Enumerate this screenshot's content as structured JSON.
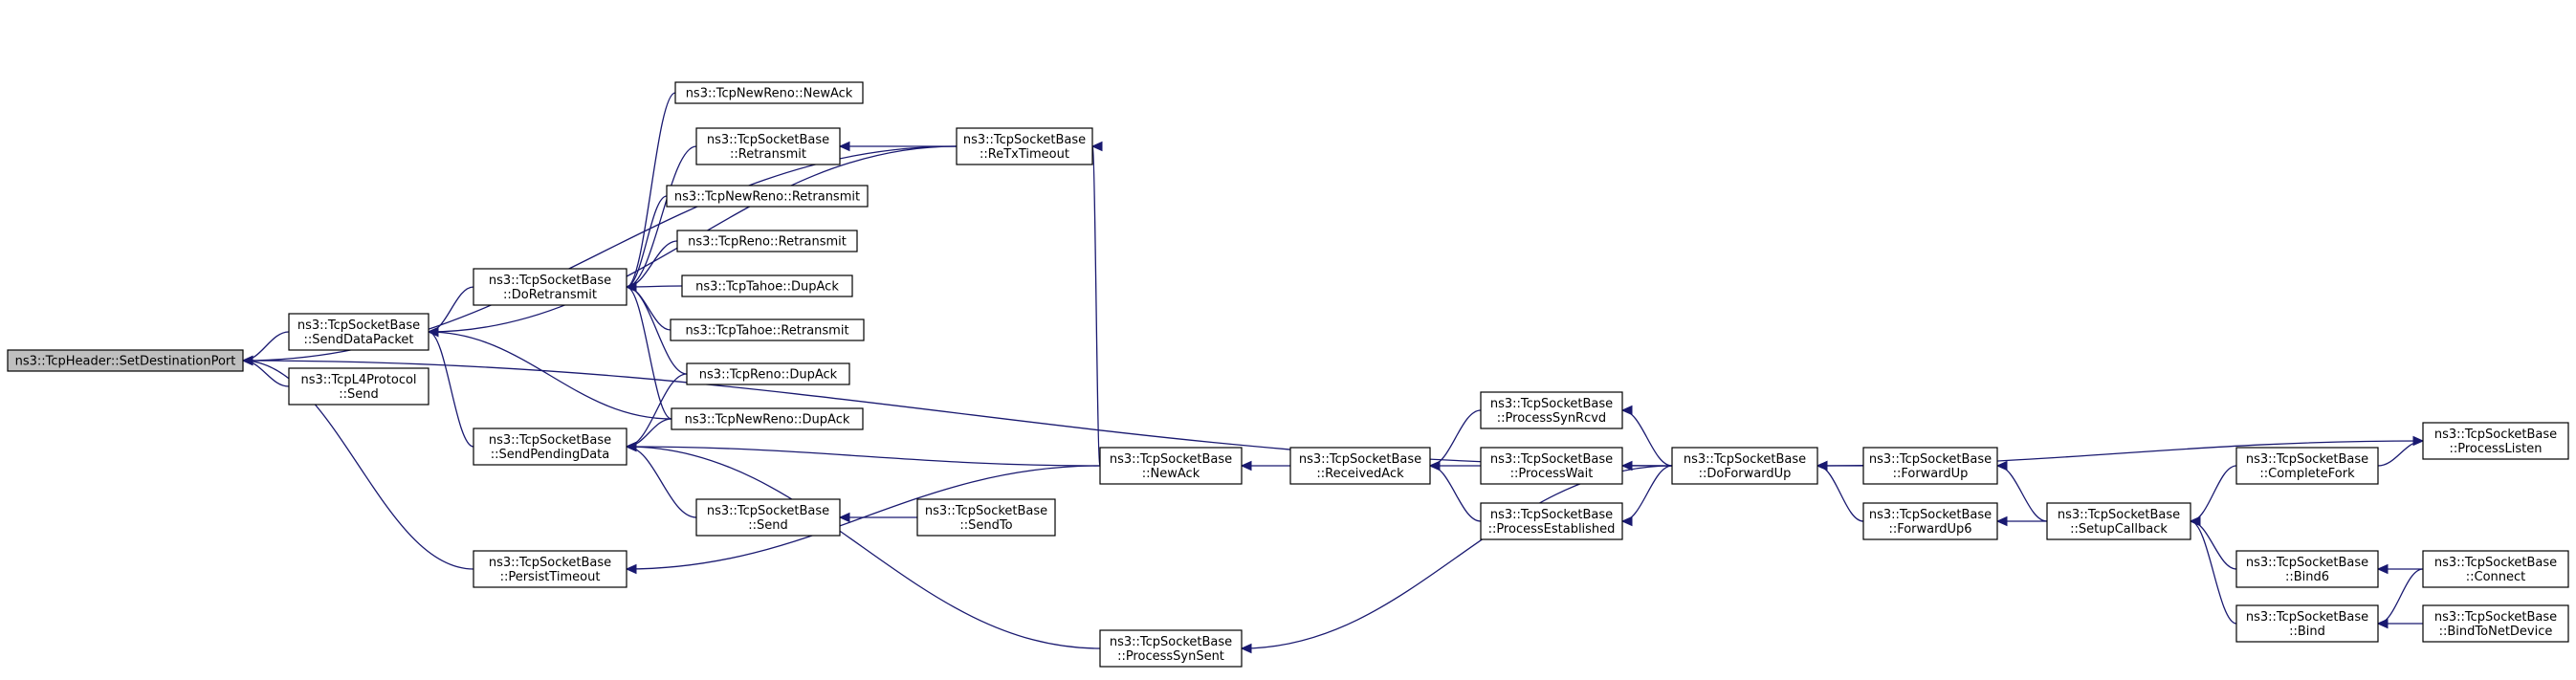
{
  "graph": {
    "colors": {
      "edge": "#191970",
      "node_border": "#000000",
      "root_fill": "#bfbfbf",
      "node_fill": "#ffffff"
    },
    "nodes": [
      {
        "id": "setdest",
        "lines": [
          "ns3::TcpHeader::SetDestinationPort"
        ],
        "root": true
      },
      {
        "id": "senddatapacket",
        "lines": [
          "ns3::TcpSocketBase",
          "::SendDataPacket"
        ]
      },
      {
        "id": "l4send",
        "lines": [
          "ns3::TcpL4Protocol",
          "::Send"
        ]
      },
      {
        "id": "persisttimeout",
        "lines": [
          "ns3::TcpSocketBase",
          "::PersistTimeout"
        ]
      },
      {
        "id": "doretransmit",
        "lines": [
          "ns3::TcpSocketBase",
          "::DoRetransmit"
        ]
      },
      {
        "id": "sendpendingdata",
        "lines": [
          "ns3::TcpSocketBase",
          "::SendPendingData"
        ]
      },
      {
        "id": "newreno_newack",
        "lines": [
          "ns3::TcpNewReno::NewAck"
        ]
      },
      {
        "id": "retransmit",
        "lines": [
          "ns3::TcpSocketBase",
          "::Retransmit"
        ]
      },
      {
        "id": "newreno_retransmit",
        "lines": [
          "ns3::TcpNewReno::Retransmit"
        ]
      },
      {
        "id": "reno_retransmit",
        "lines": [
          "ns3::TcpReno::Retransmit"
        ]
      },
      {
        "id": "tahoe_dupack",
        "lines": [
          "ns3::TcpTahoe::DupAck"
        ]
      },
      {
        "id": "tahoe_retransmit",
        "lines": [
          "ns3::TcpTahoe::Retransmit"
        ]
      },
      {
        "id": "reno_dupack",
        "lines": [
          "ns3::TcpReno::DupAck"
        ]
      },
      {
        "id": "newreno_dupack",
        "lines": [
          "ns3::TcpNewReno::DupAck"
        ]
      },
      {
        "id": "send",
        "lines": [
          "ns3::TcpSocketBase",
          "::Send"
        ]
      },
      {
        "id": "sendto",
        "lines": [
          "ns3::TcpSocketBase",
          "::SendTo"
        ]
      },
      {
        "id": "retxtimeout",
        "lines": [
          "ns3::TcpSocketBase",
          "::ReTxTimeout"
        ]
      },
      {
        "id": "newack",
        "lines": [
          "ns3::TcpSocketBase",
          "::NewAck"
        ]
      },
      {
        "id": "processsynsent",
        "lines": [
          "ns3::TcpSocketBase",
          "::ProcessSynSent"
        ]
      },
      {
        "id": "receivedack",
        "lines": [
          "ns3::TcpSocketBase",
          "::ReceivedAck"
        ]
      },
      {
        "id": "processsynrcvd",
        "lines": [
          "ns3::TcpSocketBase",
          "::ProcessSynRcvd"
        ]
      },
      {
        "id": "processwait",
        "lines": [
          "ns3::TcpSocketBase",
          "::ProcessWait"
        ]
      },
      {
        "id": "processestablished",
        "lines": [
          "ns3::TcpSocketBase",
          "::ProcessEstablished"
        ]
      },
      {
        "id": "doforwardup",
        "lines": [
          "ns3::TcpSocketBase",
          "::DoForwardUp"
        ]
      },
      {
        "id": "forwardup",
        "lines": [
          "ns3::TcpSocketBase",
          "::ForwardUp"
        ]
      },
      {
        "id": "forwardup6",
        "lines": [
          "ns3::TcpSocketBase",
          "::ForwardUp6"
        ]
      },
      {
        "id": "setupcallback",
        "lines": [
          "ns3::TcpSocketBase",
          "::SetupCallback"
        ]
      },
      {
        "id": "completefork",
        "lines": [
          "ns3::TcpSocketBase",
          "::CompleteFork"
        ]
      },
      {
        "id": "bind6",
        "lines": [
          "ns3::TcpSocketBase",
          "::Bind6"
        ]
      },
      {
        "id": "bind",
        "lines": [
          "ns3::TcpSocketBase",
          "::Bind"
        ]
      },
      {
        "id": "processlisten",
        "lines": [
          "ns3::TcpSocketBase",
          "::ProcessListen"
        ]
      },
      {
        "id": "connect",
        "lines": [
          "ns3::TcpSocketBase",
          "::Connect"
        ]
      },
      {
        "id": "bindtonetdevice",
        "lines": [
          "ns3::TcpSocketBase",
          "::BindToNetDevice"
        ]
      }
    ],
    "edges": [
      {
        "from": "senddatapacket",
        "to": "setdest"
      },
      {
        "from": "l4send",
        "to": "setdest"
      },
      {
        "from": "persisttimeout",
        "to": "setdest"
      },
      {
        "from": "retxtimeout",
        "to": "setdest"
      },
      {
        "from": "doforwardup",
        "to": "setdest"
      },
      {
        "from": "doretransmit",
        "to": "senddatapacket"
      },
      {
        "from": "sendpendingdata",
        "to": "senddatapacket"
      },
      {
        "from": "retxtimeout",
        "to": "senddatapacket"
      },
      {
        "from": "newreno_dupack",
        "to": "senddatapacket"
      },
      {
        "from": "newreno_newack",
        "to": "doretransmit"
      },
      {
        "from": "retransmit",
        "to": "doretransmit"
      },
      {
        "from": "newreno_retransmit",
        "to": "doretransmit"
      },
      {
        "from": "reno_retransmit",
        "to": "doretransmit"
      },
      {
        "from": "tahoe_dupack",
        "to": "doretransmit"
      },
      {
        "from": "tahoe_retransmit",
        "to": "doretransmit"
      },
      {
        "from": "reno_dupack",
        "to": "doretransmit"
      },
      {
        "from": "newreno_dupack",
        "to": "doretransmit"
      },
      {
        "from": "reno_dupack",
        "to": "sendpendingdata"
      },
      {
        "from": "newreno_dupack",
        "to": "sendpendingdata"
      },
      {
        "from": "send",
        "to": "sendpendingdata"
      },
      {
        "from": "newack",
        "to": "sendpendingdata"
      },
      {
        "from": "processsynsent",
        "to": "sendpendingdata"
      },
      {
        "from": "newack",
        "to": "persisttimeout"
      },
      {
        "from": "retxtimeout",
        "to": "retransmit"
      },
      {
        "from": "newack",
        "to": "retxtimeout"
      },
      {
        "from": "sendto",
        "to": "send"
      },
      {
        "from": "receivedack",
        "to": "newack"
      },
      {
        "from": "processsynrcvd",
        "to": "receivedack"
      },
      {
        "from": "processwait",
        "to": "receivedack"
      },
      {
        "from": "processestablished",
        "to": "receivedack"
      },
      {
        "from": "doforwardup",
        "to": "processsynrcvd"
      },
      {
        "from": "doforwardup",
        "to": "processwait"
      },
      {
        "from": "doforwardup",
        "to": "processestablished"
      },
      {
        "from": "doforwardup",
        "to": "processsynsent"
      },
      {
        "from": "forwardup",
        "to": "doforwardup"
      },
      {
        "from": "forwardup6",
        "to": "doforwardup"
      },
      {
        "from": "processlisten",
        "to": "doforwardup"
      },
      {
        "from": "setupcallback",
        "to": "forwardup"
      },
      {
        "from": "setupcallback",
        "to": "forwardup6"
      },
      {
        "from": "completefork",
        "to": "setupcallback"
      },
      {
        "from": "bind6",
        "to": "setupcallback"
      },
      {
        "from": "bind",
        "to": "setupcallback"
      },
      {
        "from": "connect",
        "to": "bind"
      },
      {
        "from": "bindtonetdevice",
        "to": "bind"
      },
      {
        "from": "completefork",
        "to": "processlisten"
      },
      {
        "from": "connect",
        "to": "bind6"
      }
    ]
  }
}
